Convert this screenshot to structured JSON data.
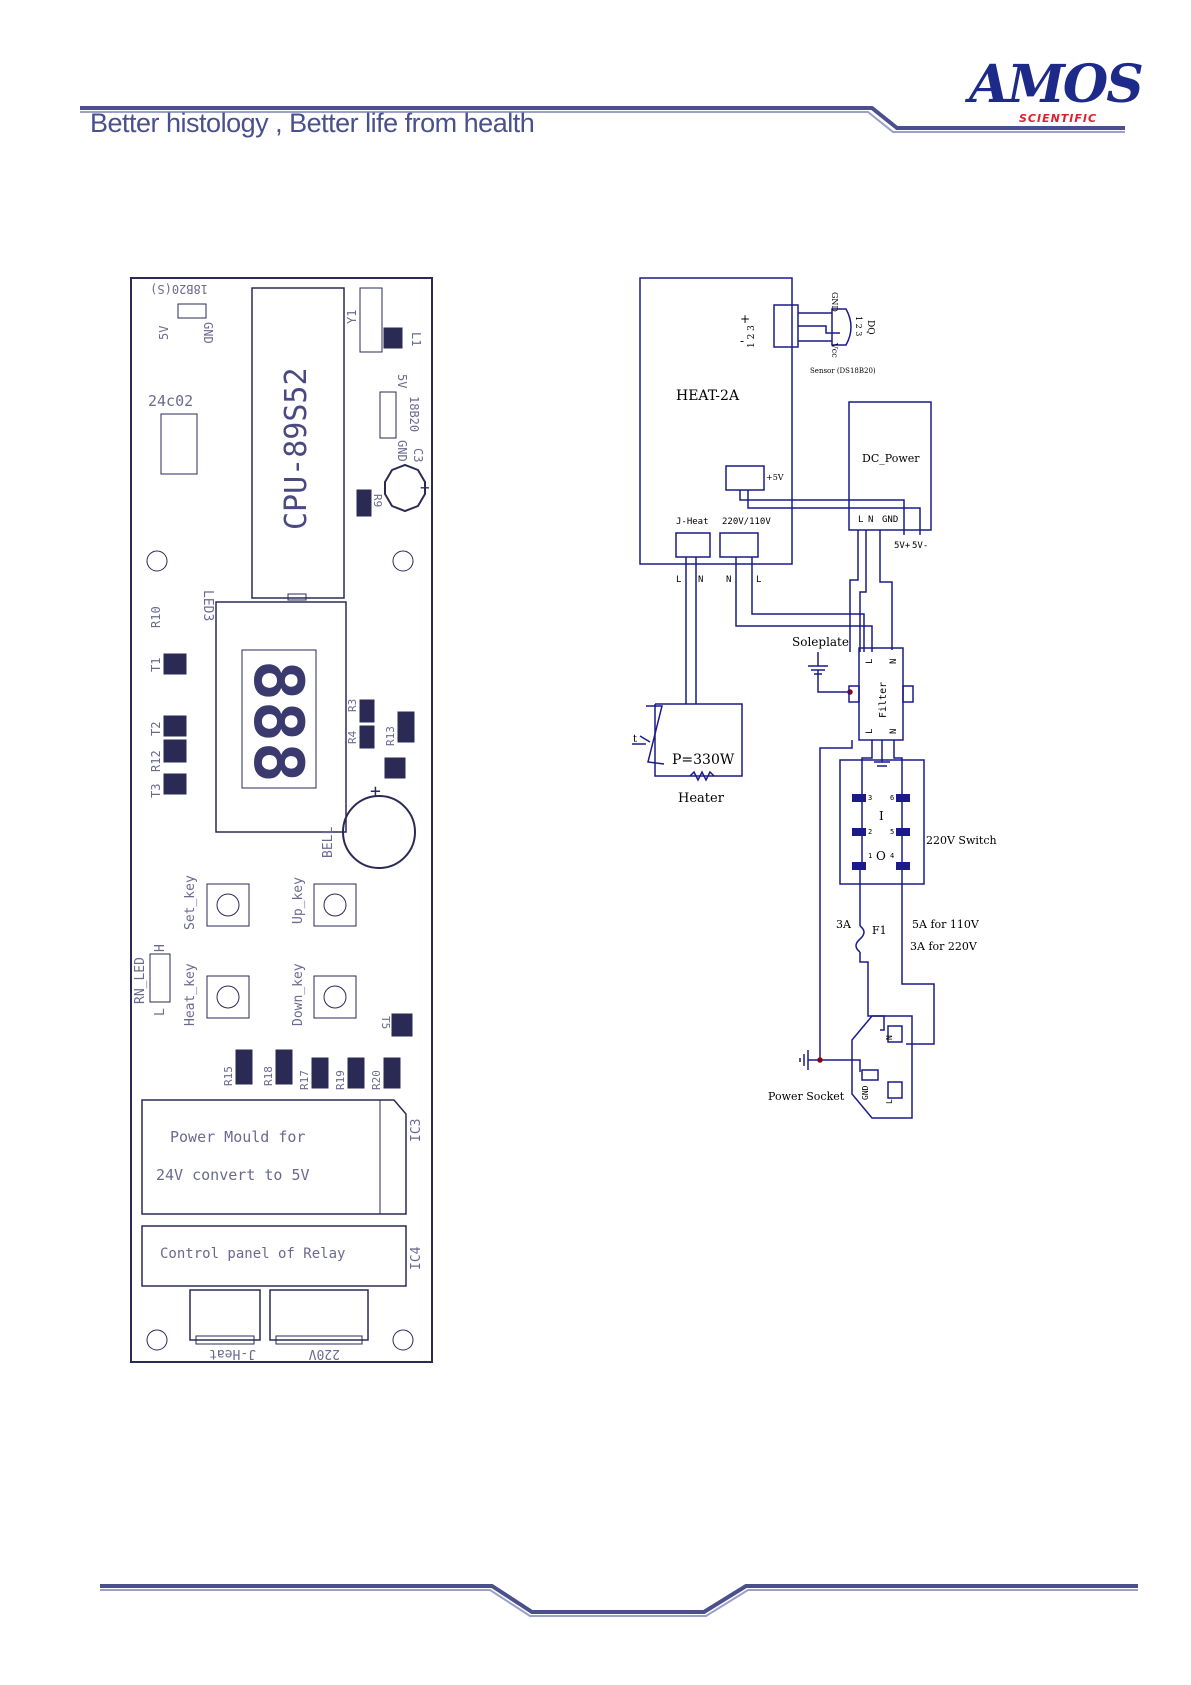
{
  "header": {
    "tagline": "Better histology , Better life from health",
    "logo_text": "AMOS",
    "logo_sub": "SCIENTIFIC",
    "accent_color": "#4a4f8e"
  },
  "pcb": {
    "ds18b20_top": "18B20(S)",
    "five_v": "5V",
    "gnd": "GND",
    "y1": "Y1",
    "l1": "L1",
    "eeprom": "24c02",
    "cpu": "CPU-89S52",
    "ds_5v": "5V",
    "ds_label": "18B20",
    "ds_gnd": "GND",
    "c3": "C3",
    "r9": "R9",
    "led3": "LED3",
    "r10": "R10",
    "t1": "T1",
    "t2": "T2",
    "r12": "R12",
    "t3": "T3",
    "r3": "R3",
    "r4": "R4",
    "r13": "R13",
    "seg_display": "888",
    "bell": "BELL",
    "set_key": "Set_key",
    "up_key": "Up_key",
    "heat_key": "Heat_key",
    "down_key": "Down_key",
    "rn_led": "RN_LED",
    "l_mark": "L",
    "h_mark": "H",
    "t5": "T5",
    "r15": "R15",
    "r18": "R18",
    "r17": "R17",
    "r19": "R19",
    "r20": "R20",
    "power_line1": "Power Mould for",
    "power_line2": "24V convert to 5V",
    "ic3": "IC3",
    "relay": "Control panel of Relay",
    "ic4": "IC4",
    "jheat_conn": "J-Heat",
    "v220_conn": "220V"
  },
  "schematic": {
    "board": "HEAT-2A",
    "plus": "+",
    "minus": "-",
    "pins_left": "1 2 3",
    "pins_right": "1 2 3",
    "sensor_gnd": "GND",
    "sensor_dq": "DQ",
    "sensor_vcc": "Vcc",
    "sensor": "Sensor (DS18B20)",
    "plus5v": "+5V",
    "dc_power": "DC_Power",
    "jheat": "J-Heat",
    "v220_110": "220V/110V",
    "l1": "L",
    "n1": "N",
    "n2": "N",
    "l2": "L",
    "dc_l": "L",
    "dc_n": "N",
    "dc_gnd": "GND",
    "dc_5vp": "5V+",
    "dc_5vm": "5V-",
    "soleplate": "Soleplate",
    "filter": "Filter",
    "filter_l": "L",
    "filter_n": "N",
    "filter_l2": "L",
    "filter_n2": "N",
    "t_mark": "t",
    "power_rating": "P=330W",
    "heater": "Heater",
    "switch": "220V Switch",
    "sw1": "1",
    "sw2": "2",
    "sw3": "3",
    "sw4": "4",
    "sw5": "5",
    "sw6": "6",
    "sw_i": "I",
    "sw_o": "O",
    "fuse_rating": "3A",
    "fuse": "F1",
    "note1": "5A for 110V",
    "note2": "3A for 220V",
    "socket": "Power Socket",
    "socket_gnd": "GND",
    "socket_l": "L",
    "socket_n": "N"
  }
}
